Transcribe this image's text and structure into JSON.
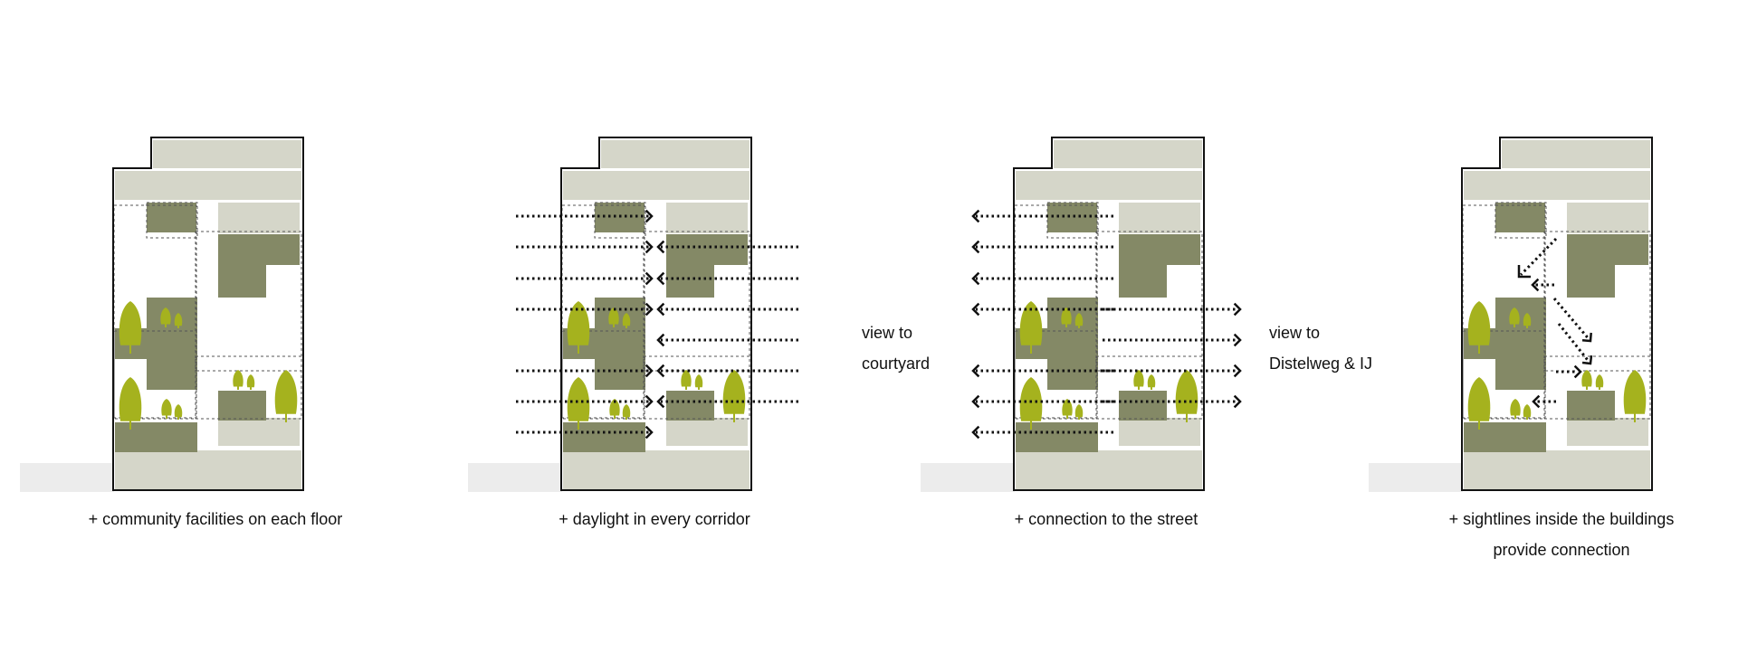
{
  "captions": [
    {
      "lines": [
        "+ community facilities on each floor"
      ]
    },
    {
      "lines": [
        "+ daylight in every corridor"
      ]
    },
    {
      "lines": [
        "+ connection to the street"
      ]
    },
    {
      "lines": [
        "+ sightlines inside the buildings",
        "provide connection"
      ]
    }
  ],
  "view_labels": {
    "courtyard": [
      "view to",
      "courtyard"
    ],
    "street": [
      "view to",
      "Distelweg & IJ"
    ]
  },
  "colors": {
    "light_block": "#d5d6c9",
    "dark_block": "#848966",
    "tree": "#a5b21e",
    "outline": "#111111",
    "ground": "#ececec",
    "arrow": "#111111"
  },
  "icons": [
    "tree-icon",
    "arrow-icon"
  ]
}
